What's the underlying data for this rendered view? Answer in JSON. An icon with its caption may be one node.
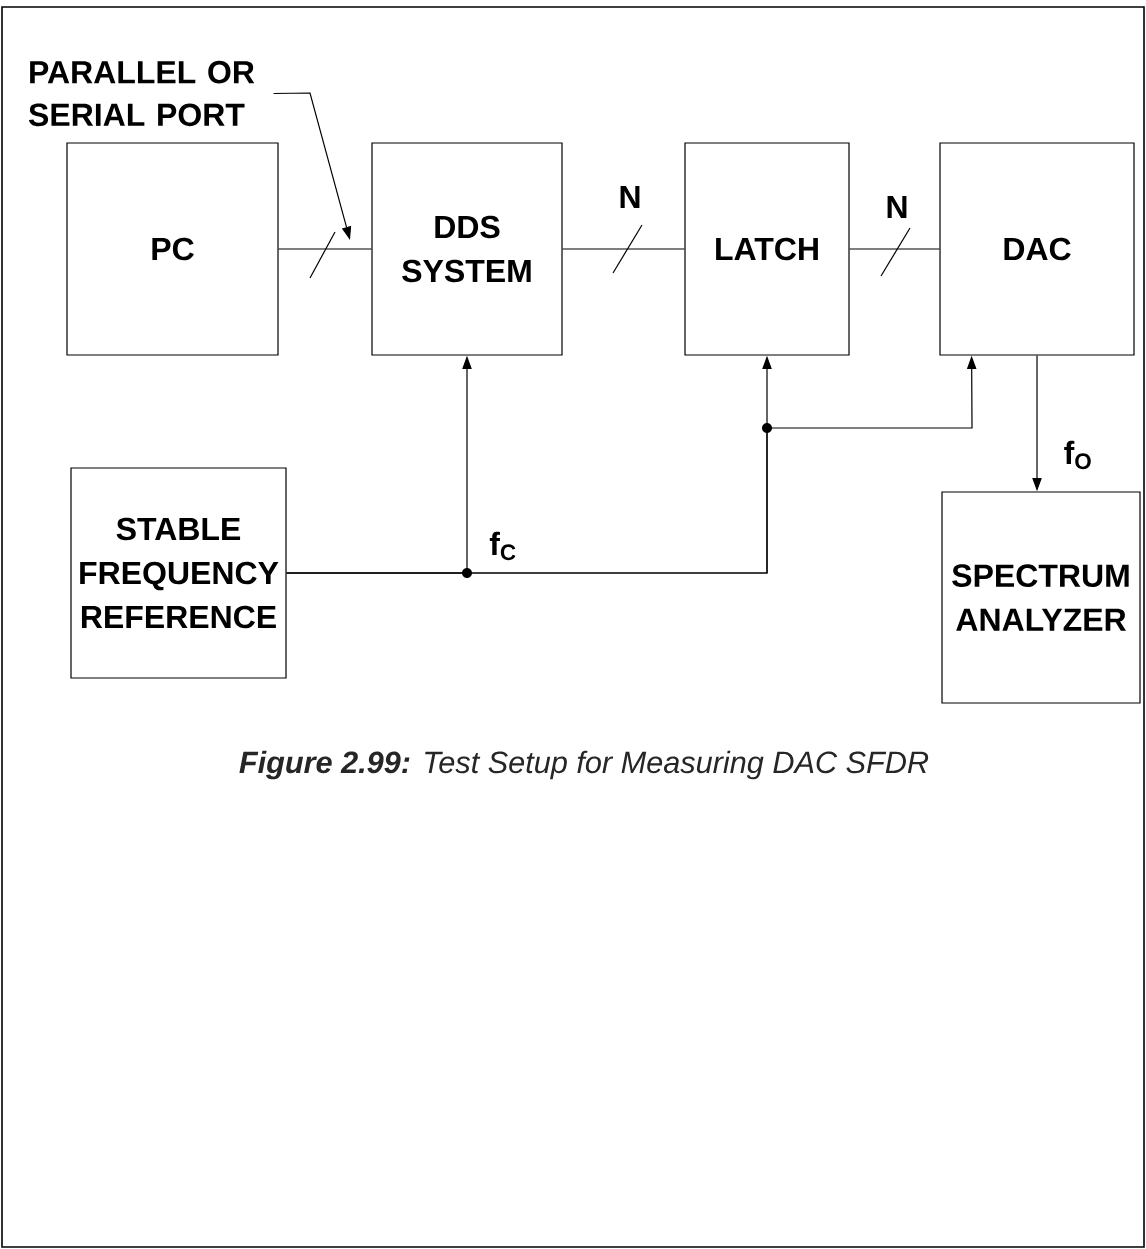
{
  "diagram": {
    "caption": "**Figure 2.99:** Test Setup for Measuring DAC SFDR",
    "nodes": [
      {
        "text": [
          "PC"
        ]
      },
      {
        "text": [
          "DDS SYSTEM"
        ]
      },
      {
        "text": [
          "LATCH"
        ]
      },
      {
        "text": [
          "DAC"
        ]
      },
      {
        "text": [
          "STABLE FREQUENCY REFERENCE"
        ]
      },
      {
        "text": [
          "SPECTRUM ANALYZER"
        ]
      },
      {
        "text": [
          "PARALLEL OR SERIAL PORT"
        ]
      }
    ],
    "edges": [
      {
        "from": 6,
        "to": null,
        "arrow": "to"
      },
      {
        "from": 0,
        "to": 1,
        "arrow": "none"
      },
      {
        "from": 1,
        "to": 2,
        "arrow": "none",
        "label": "N"
      },
      {
        "from": 2,
        "to": 3,
        "arrow": "none",
        "label": "N"
      },
      {
        "from": 4,
        "to": 1,
        "arrow": "to",
        "label": "f$_{C}$"
      },
      {
        "from": 4,
        "to": 2,
        "arrow": "to"
      },
      {
        "from": 4,
        "to": 3,
        "arrow": "to"
      },
      {
        "from": 3,
        "to": 5,
        "arrow": "to",
        "label": "f$_{O}$"
      }
    ]
  }
}
